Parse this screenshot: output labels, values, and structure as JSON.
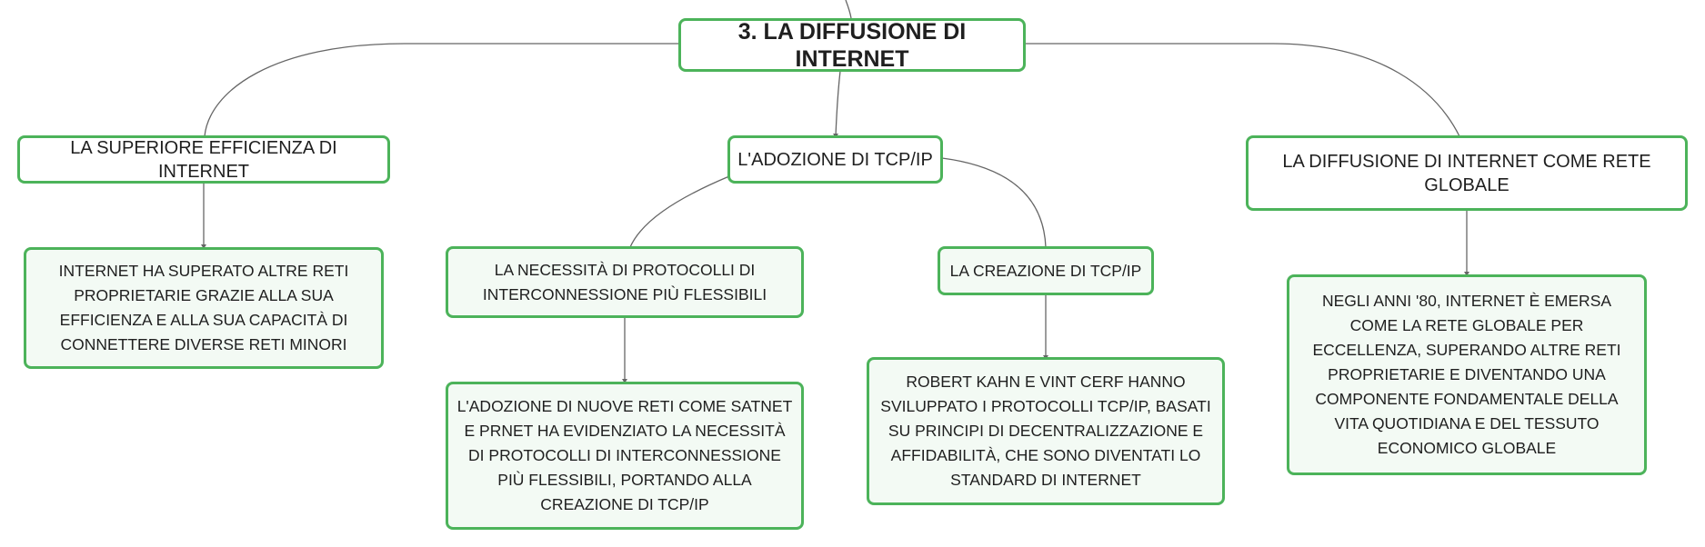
{
  "diagram": {
    "root": {
      "label": "3. LA DIFFUSIONE DI INTERNET"
    },
    "branches": [
      {
        "label": "LA SUPERIORE EFFICIENZA DI INTERNET",
        "detail": "INTERNET HA SUPERATO ALTRE RETI PROPRIETARIE GRAZIE ALLA SUA EFFICIENZA E ALLA SUA CAPACITÀ DI CONNETTERE DIVERSE RETI MINORI"
      },
      {
        "label": "L'ADOZIONE DI TCP/IP",
        "children": [
          {
            "label": "LA NECESSITÀ DI PROTOCOLLI DI INTERCONNESSIONE PIÙ FLESSIBILI",
            "detail": "L'ADOZIONE DI NUOVE RETI COME SATNET E PRNET HA EVIDENZIATO LA NECESSITÀ DI PROTOCOLLI DI INTERCONNESSIONE PIÙ FLESSIBILI, PORTANDO ALLA CREAZIONE DI TCP/IP"
          },
          {
            "label": "LA CREAZIONE DI TCP/IP",
            "detail": "ROBERT KAHN E VINT CERF HANNO SVILUPPATO I PROTOCOLLI TCP/IP, BASATI SU PRINCIPI DI DECENTRALIZZAZIONE E AFFIDABILITÀ, CHE SONO DIVENTATI LO STANDARD DI INTERNET"
          }
        ]
      },
      {
        "label": "LA DIFFUSIONE DI INTERNET COME RETE GLOBALE",
        "detail": "NEGLI ANNI '80, INTERNET È EMERSA COME LA RETE GLOBALE PER ECCELLENZA, SUPERANDO ALTRE RETI PROPRIETARIE E DIVENTANDO UNA COMPONENTE FONDAMENTALE DELLA VITA QUOTIDIANA E DEL TESSUTO ECONOMICO GLOBALE"
      }
    ]
  },
  "colors": {
    "node_border": "#4cb35a",
    "node_fill": "#f3faf4",
    "connector": "#666666"
  }
}
